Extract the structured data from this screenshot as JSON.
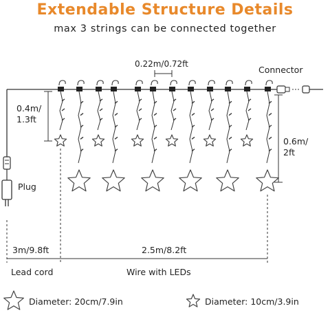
{
  "header": {
    "title": "Extendable Structure Details",
    "subtitle": "max 3 strings can be connected together"
  },
  "labels": {
    "spacing": "0.22m/0.72ft",
    "connector": "Connector",
    "short_drop_line1": "0.4m/",
    "short_drop_line2": "1.3ft",
    "long_drop_line1": "0.6m/",
    "long_drop_line2": "2ft",
    "plug": "Plug",
    "lead_length": "3m/9.8ft",
    "wire_length": "2.5m/8.2ft",
    "lead_cord": "Lead cord",
    "wire_leds": "Wire with LEDs"
  },
  "legend": {
    "large_star": "Diameter: 20cm/7.9in",
    "small_star": "Diameter: 10cm/3.9in"
  },
  "colors": {
    "title": "#e8892b",
    "line": "#333333",
    "led": "#cfcfcf"
  }
}
